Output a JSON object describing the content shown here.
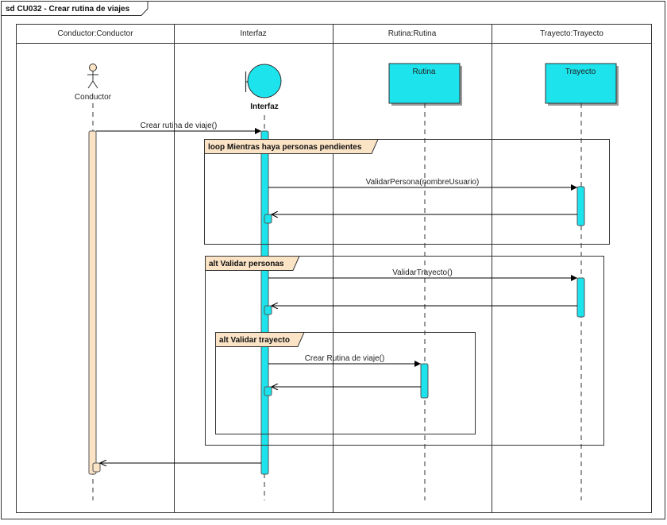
{
  "frame": {
    "title": "sd CU032 - Crear rutina de viajes"
  },
  "lanes": [
    {
      "header": "Conductor:Conductor"
    },
    {
      "header": "Interfaz"
    },
    {
      "header": "Rutina:Rutina"
    },
    {
      "header": "Trayecto:Trayecto"
    }
  ],
  "participants": {
    "actor": {
      "label": "Conductor"
    },
    "boundary": {
      "label": "Interfaz"
    },
    "rutina": {
      "label": "Rutina"
    },
    "trayecto": {
      "label": "Trayecto"
    }
  },
  "messages": {
    "crear_rutina": "Crear rutina de viaje()",
    "validar_persona": "ValidarPersona(nombreUsuario)",
    "validar_trayecto": "ValidarTrayecto()",
    "crear_rutina_viaje": "Crear Rutina de viaje()"
  },
  "fragments": {
    "loop": "loop Mientras haya personas pendientes",
    "alt_personas": "alt Validar personas",
    "alt_trayecto": "alt Validar trayecto"
  },
  "colors": {
    "lifeline_actor": "#fbe3c6",
    "activation": "#1ce3ec",
    "object_fill": "#1ce3ec",
    "fragment_tab": "#fbe3c6"
  }
}
